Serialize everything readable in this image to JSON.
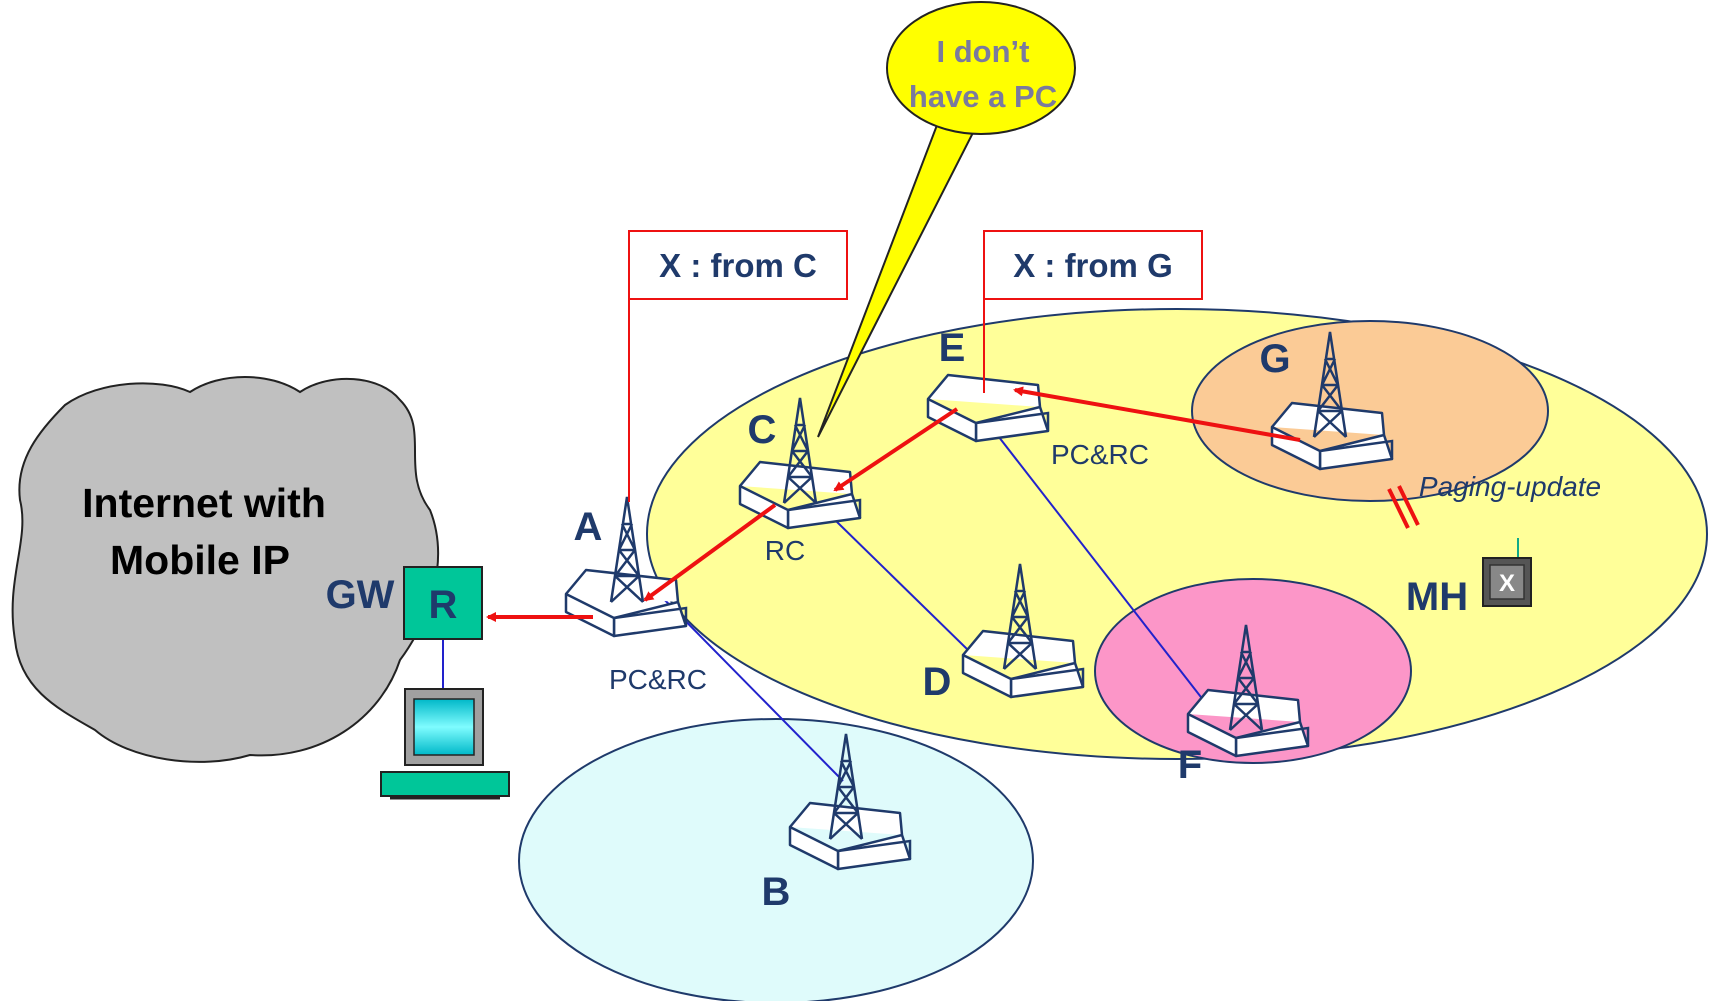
{
  "cloud": {
    "line1": "Internet with",
    "line2": "Mobile IP"
  },
  "gateway": {
    "label": "GW",
    "router_label": "R"
  },
  "stations": {
    "A": {
      "name": "A",
      "role": "PC&RC"
    },
    "B": {
      "name": "B"
    },
    "C": {
      "name": "C",
      "role": "RC"
    },
    "D": {
      "name": "D"
    },
    "E": {
      "name": "E",
      "role": "PC&RC"
    },
    "F": {
      "name": "F"
    },
    "G": {
      "name": "G"
    }
  },
  "callouts": {
    "from_c": "X : from C",
    "from_g": "X : from G"
  },
  "bubble": {
    "line1": "I don’t",
    "line2": "have a PC"
  },
  "paging_label": "Paging-update",
  "mobile_host": {
    "label": "MH",
    "device_mark": "X"
  },
  "colors": {
    "large_area": "#ffff99",
    "area_b": "#dffbfb",
    "area_g": "#fbcb96",
    "area_f": "#fc96c8",
    "router": "#00c699",
    "arrow": "#ee1111",
    "link": "#2222cc",
    "bubble": "#ffff00"
  }
}
